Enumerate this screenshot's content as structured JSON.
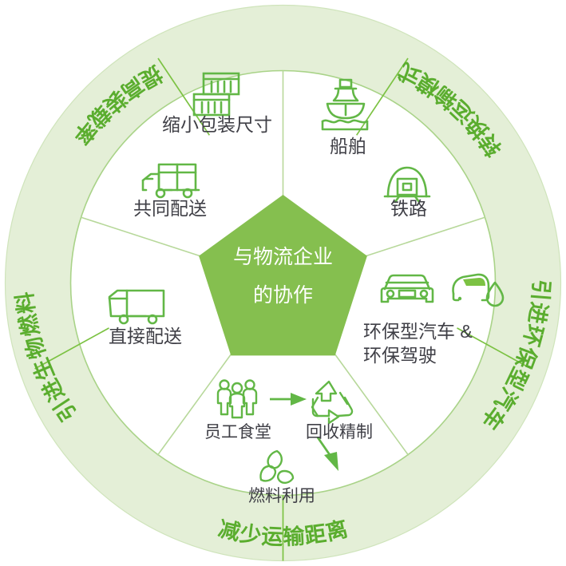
{
  "theme": {
    "pentagon_fill": "#85bf4f",
    "ring_fill": "#e4efd7",
    "ring_stroke": "#7cc243",
    "inner_stroke": "#b7d89a",
    "accent_green": "#5aad2e",
    "icon_green": "#62b746",
    "text_dark": "#3f3f46",
    "center_text_color": "#ffffff",
    "arrow_green": "#62b746"
  },
  "center": {
    "line1": "与物流企业",
    "line2": "的协作"
  },
  "ring": {
    "segments": [
      {
        "id": "ring-top-left",
        "label": "提高装载率",
        "flipped": true
      },
      {
        "id": "ring-top-right",
        "label": "转换运输模式",
        "flipped": true
      },
      {
        "id": "ring-right",
        "label": "引进环保型汽车",
        "flipped": false
      },
      {
        "id": "ring-bottom",
        "label": "引进生物燃料",
        "flipped": false
      },
      {
        "id": "ring-left",
        "label": "减少运输距离",
        "flipped": false
      }
    ]
  },
  "sectors": [
    {
      "id": "sector-packaging",
      "ring_label": "提高装载率",
      "items": [
        {
          "id": "item-package-size",
          "label": "缩小包装尺寸",
          "icon": "stacked-boxes-icon"
        },
        {
          "id": "item-joint-delivery",
          "label": "共同配送",
          "icon": "box-truck-icon"
        }
      ]
    },
    {
      "id": "sector-modal-shift",
      "ring_label": "转换运输模式",
      "items": [
        {
          "id": "item-ship",
          "label": "船舶",
          "icon": "ship-icon"
        },
        {
          "id": "item-rail",
          "label": "铁路",
          "icon": "train-icon"
        }
      ]
    },
    {
      "id": "sector-eco-vehicles",
      "ring_label": "引进环保型汽车",
      "items": [
        {
          "id": "item-eco-car-driving",
          "label_line1": "环保型汽车 &",
          "label_line2": "环保驾驶",
          "icon": "car-icon",
          "icon2": "eco-car-drop-icon"
        }
      ]
    },
    {
      "id": "sector-biofuel",
      "ring_label": "引进生物燃料",
      "items": [
        {
          "id": "item-cafeteria",
          "label": "员工食堂",
          "icon": "people-group-icon"
        },
        {
          "id": "item-recycle-refine",
          "label": "回收精制",
          "icon": "recycle-icon"
        },
        {
          "id": "item-fuel-use",
          "label": "燃料利用",
          "icon": "leaf-recycle-icon"
        }
      ],
      "arrows": [
        {
          "id": "arrow-cafeteria-to-recycle",
          "icon": "arrow-right-icon"
        },
        {
          "id": "arrow-recycle-to-fuel",
          "icon": "arrow-down-right-icon"
        }
      ]
    },
    {
      "id": "sector-distance",
      "ring_label": "减少运输距离",
      "items": [
        {
          "id": "item-direct-delivery",
          "label": "直接配送",
          "icon": "van-icon"
        }
      ]
    }
  ]
}
